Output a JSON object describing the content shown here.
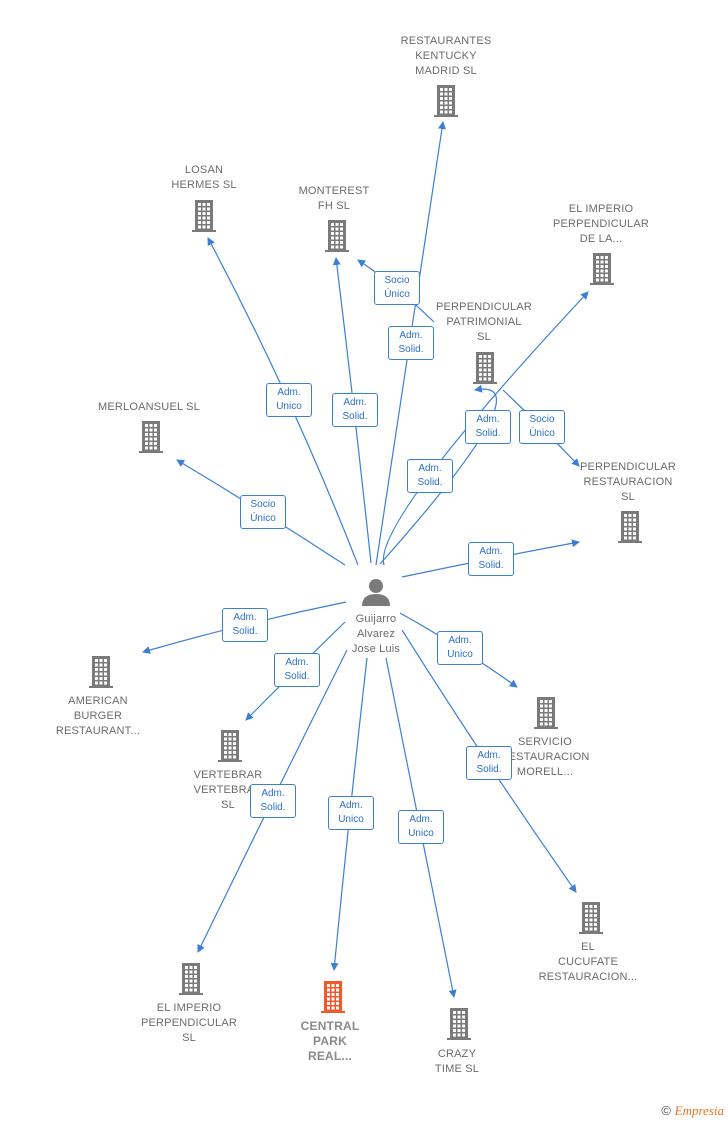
{
  "center": {
    "name": "Guijarro\nAlvarez\nJose Luis"
  },
  "companies": [
    {
      "id": "restaurantes_kentucky",
      "name": "RESTAURANTES\nKENTUCKY\nMADRID  SL"
    },
    {
      "id": "losan_hermes",
      "name": "LOSAN\nHERMES SL"
    },
    {
      "id": "monterest",
      "name": "MONTEREST\nFH  SL"
    },
    {
      "id": "el_imperio_top",
      "name": "EL IMPERIO\nPERPENDICULAR\nDE LA..."
    },
    {
      "id": "perpendicular_patrimonial",
      "name": "PERPENDICULAR\nPATRIMONIAL\nSL"
    },
    {
      "id": "merloansuel",
      "name": "MERLOANSUEL SL"
    },
    {
      "id": "perpendicular_restauracion",
      "name": "PERPENDICULAR\nRESTAURACION\nSL"
    },
    {
      "id": "american_burger",
      "name": "AMERICAN\nBURGER\nRESTAURANT..."
    },
    {
      "id": "vertebrar",
      "name": "VERTEBRAR\nVERTEBRAR\nSL"
    },
    {
      "id": "servicio_restauracion",
      "name": "SERVICIO\nRESTAURACION\nMORELL..."
    },
    {
      "id": "el_cucufate",
      "name": "EL\nCUCUFATE\nRESTAURACION..."
    },
    {
      "id": "el_imperio_bottom",
      "name": "EL IMPERIO\nPERPENDICULAR\nSL"
    },
    {
      "id": "central_park",
      "name": "CENTRAL\nPARK\nREAL...",
      "highlight": true
    },
    {
      "id": "crazy_time",
      "name": "CRAZY\nTIME SL"
    }
  ],
  "edges": [
    {
      "from": "center",
      "to": "restaurantes_kentucky",
      "label": "Adm.\nSolid."
    },
    {
      "from": "center",
      "to": "losan_hermes",
      "label": "Adm.\nUnico"
    },
    {
      "from": "center",
      "to": "monterest",
      "label": "Adm.\nSolid."
    },
    {
      "from": "perpendicular_patrimonial",
      "to": "monterest",
      "label": "Socio\nÚnico"
    },
    {
      "from": "center",
      "to": "el_imperio_top",
      "label": "Adm.\nSolid."
    },
    {
      "from": "center",
      "to": "perpendicular_patrimonial",
      "label": "Adm.\nSolid."
    },
    {
      "from": "perpendicular_patrimonial",
      "to": "perpendicular_restauracion",
      "label": "Socio\nÚnico"
    },
    {
      "from": "center",
      "to": "merloansuel",
      "label": "Socio\nÚnico"
    },
    {
      "from": "center",
      "to": "perpendicular_restauracion",
      "label": "Adm.\nSolid."
    },
    {
      "from": "center",
      "to": "american_burger",
      "label": "Adm.\nSolid."
    },
    {
      "from": "center",
      "to": "vertebrar",
      "label": "Adm.\nSolid."
    },
    {
      "from": "center",
      "to": "servicio_restauracion",
      "label": "Adm.\nUnico"
    },
    {
      "from": "center",
      "to": "el_cucufate",
      "label": "Adm.\nSolid."
    },
    {
      "from": "center",
      "to": "el_imperio_bottom",
      "label": "Adm.\nSolid."
    },
    {
      "from": "center",
      "to": "central_park",
      "label": "Adm.\nUnico"
    },
    {
      "from": "center",
      "to": "crazy_time",
      "label": "Adm.\nUnico"
    }
  ],
  "colors": {
    "edge": "#3b7fd4",
    "building": "#7a7a7a",
    "highlight": "#f05a28",
    "person": "#7a7a7a"
  },
  "copyright": {
    "symbol": "©",
    "brand": "Empresia"
  }
}
